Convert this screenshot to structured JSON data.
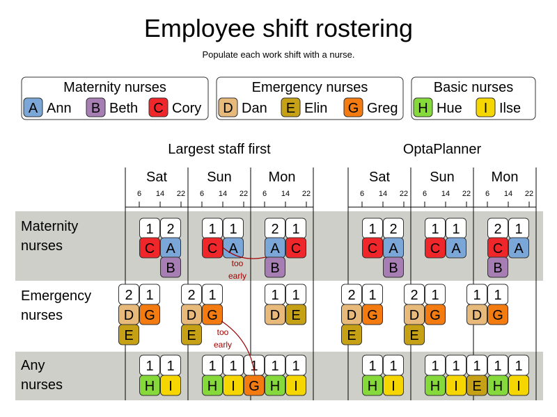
{
  "title": "Employee shift rostering",
  "subtitle": "Populate each work shift with a nurse.",
  "colors": {
    "maternity_A": "#7ba7d8",
    "maternity_B": "#a77eb3",
    "maternity_C": "#f0272a",
    "emergency_D": "#e7b97b",
    "emergency_E": "#c6a015",
    "emergency_G": "#f47b0f",
    "basic_H": "#86d93a",
    "basic_I": "#f5d600",
    "band": "#cfcfc9",
    "annotation": "#a00000"
  },
  "legend": [
    {
      "title": "Maternity nurses",
      "nurses": [
        {
          "letter": "A",
          "name": "Ann",
          "color": "#7ba7d8"
        },
        {
          "letter": "B",
          "name": "Beth",
          "color": "#a77eb3"
        },
        {
          "letter": "C",
          "name": "Cory",
          "color": "#f0272a"
        }
      ]
    },
    {
      "title": "Emergency nurses",
      "nurses": [
        {
          "letter": "D",
          "name": "Dan",
          "color": "#e7b97b"
        },
        {
          "letter": "E",
          "name": "Elin",
          "color": "#c6a015"
        },
        {
          "letter": "G",
          "name": "Greg",
          "color": "#f47b0f"
        }
      ]
    },
    {
      "title": "Basic nurses",
      "nurses": [
        {
          "letter": "H",
          "name": "Hue",
          "color": "#86d93a"
        },
        {
          "letter": "I",
          "name": "Ilse",
          "color": "#f5d600"
        }
      ]
    }
  ],
  "rows": [
    "Maternity nurses",
    "Emergency nurses",
    "Any nurses"
  ],
  "days": [
    "Sat",
    "Sun",
    "Mon"
  ],
  "hour_ticks": [
    "6",
    "14",
    "22"
  ],
  "annotation": "too early",
  "panels": [
    {
      "title": "Largest staff first",
      "day_columns": [
        {
          "day": "Sat",
          "rows": [
            [
              {
                "need": "1",
                "nurses": [
                  "C"
                ]
              },
              {
                "need": "2",
                "nurses": [
                  "A",
                  "B"
                ]
              }
            ],
            [
              {
                "need": "2",
                "nurses": [
                  "D",
                  "E"
                ]
              },
              {
                "need": "1",
                "nurses": [
                  "G"
                ]
              }
            ],
            [
              {
                "need": "1",
                "nurses": [
                  "H"
                ]
              },
              {
                "need": "1",
                "nurses": [
                  "I"
                ]
              }
            ]
          ]
        },
        {
          "day": "Sun",
          "rows": [
            [
              {
                "need": "1",
                "nurses": [
                  "C"
                ]
              },
              {
                "need": "1",
                "nurses": [
                  "A"
                ]
              }
            ],
            [
              {
                "need": "2",
                "nurses": [
                  "D",
                  "E"
                ]
              },
              {
                "need": "1",
                "nurses": [
                  "G"
                ]
              }
            ],
            [
              {
                "need": "1",
                "nurses": [
                  "H"
                ]
              },
              {
                "need": "1",
                "nurses": [
                  "I"
                ]
              },
              {
                "need": "1",
                "nurses": [
                  "G"
                ]
              }
            ]
          ]
        },
        {
          "day": "Mon",
          "rows": [
            [
              {
                "need": "2",
                "nurses": [
                  "A",
                  "B"
                ]
              },
              {
                "need": "1",
                "nurses": [
                  "C"
                ]
              }
            ],
            [
              {
                "need": "1",
                "nurses": [
                  "D"
                ]
              },
              {
                "need": "1",
                "nurses": [
                  "E"
                ]
              }
            ],
            [
              {
                "need": "1",
                "nurses": [
                  "H"
                ]
              },
              {
                "need": "1",
                "nurses": [
                  "I"
                ]
              }
            ]
          ]
        }
      ]
    },
    {
      "title": "OptaPlanner",
      "day_columns": [
        {
          "day": "Sat",
          "rows": [
            [
              {
                "need": "1",
                "nurses": [
                  "C"
                ]
              },
              {
                "need": "2",
                "nurses": [
                  "A",
                  "B"
                ]
              }
            ],
            [
              {
                "need": "2",
                "nurses": [
                  "D",
                  "E"
                ]
              },
              {
                "need": "1",
                "nurses": [
                  "G"
                ]
              }
            ],
            [
              {
                "need": "1",
                "nurses": [
                  "H"
                ]
              },
              {
                "need": "1",
                "nurses": [
                  "I"
                ]
              }
            ]
          ]
        },
        {
          "day": "Sun",
          "rows": [
            [
              {
                "need": "1",
                "nurses": [
                  "C"
                ]
              },
              {
                "need": "1",
                "nurses": [
                  "A"
                ]
              }
            ],
            [
              {
                "need": "2",
                "nurses": [
                  "D",
                  "E"
                ]
              },
              {
                "need": "1",
                "nurses": [
                  "G"
                ]
              }
            ],
            [
              {
                "need": "1",
                "nurses": [
                  "H"
                ]
              },
              {
                "need": "1",
                "nurses": [
                  "I"
                ]
              },
              {
                "need": "1",
                "nurses": [
                  "E"
                ]
              }
            ]
          ]
        },
        {
          "day": "Mon",
          "rows": [
            [
              {
                "need": "2",
                "nurses": [
                  "C",
                  "B"
                ]
              },
              {
                "need": "1",
                "nurses": [
                  "A"
                ]
              }
            ],
            [
              {
                "need": "1",
                "nurses": [
                  "D"
                ]
              },
              {
                "need": "1",
                "nurses": [
                  "G"
                ]
              }
            ],
            [
              {
                "need": "1",
                "nurses": [
                  "H"
                ]
              },
              {
                "need": "1",
                "nurses": [
                  "I"
                ]
              }
            ]
          ]
        }
      ]
    }
  ]
}
